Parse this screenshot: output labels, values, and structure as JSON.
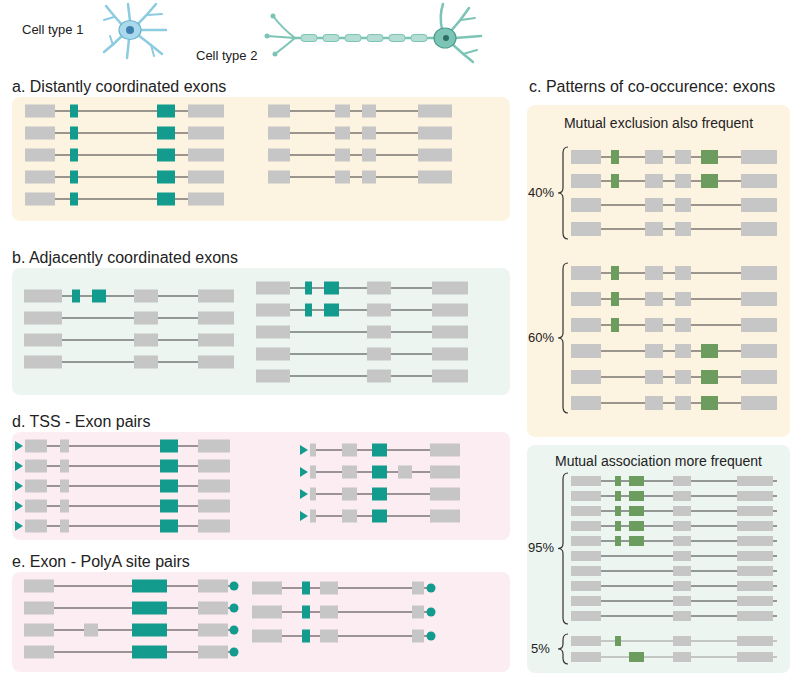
{
  "diagram": {
    "nodes": [
      {
        "text": [
          "a. Distantly coordinated exons"
        ]
      },
      {
        "text": [
          "b. Adjacently coordinated exons"
        ]
      },
      {
        "text": [
          "c. Patterns of co-occurence: exons",
          "Mutual exclusion also frequent",
          "40%",
          "60%"
        ]
      },
      {
        "text": [
          "Mutual association more frequent",
          "95%",
          "5%"
        ]
      },
      {
        "text": [
          "d. TSS - Exon pairs"
        ]
      },
      {
        "text": [
          "e. Exon - PolyA site pairs"
        ]
      }
    ],
    "labels": [
      "Cell type 1",
      "Cell type 2"
    ]
  }
}
